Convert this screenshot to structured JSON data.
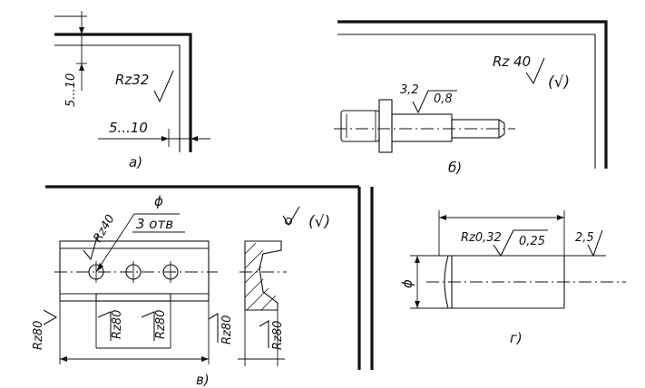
{
  "views": {
    "a": {
      "caption": "а)",
      "roughness": "Rz32",
      "dim_vertical": "5...10",
      "dim_horizontal": "5...10"
    },
    "b": {
      "caption": "б)",
      "corner_roughness": "Rz 40",
      "corner_symbol_paren": "(√)",
      "roughness_value": "3,2",
      "roughness_limit": "0,8"
    },
    "v": {
      "caption": "в)",
      "hole_diameter": "ϕ",
      "hole_count": "3 отв",
      "hole_roughness": "Rz40",
      "side_roughness": "Rz80",
      "inner_roughness_left": "Rz80",
      "inner_roughness_right": "Rz80",
      "profile_roughness_left": "Rz80",
      "profile_roughness_right": "Rz80",
      "corner_symbol_paren": "(√)"
    },
    "g": {
      "caption": "г)",
      "diameter": "ϕ",
      "roughness_value": "Rz0,32",
      "roughness_limit": "0,25",
      "roughness_end": "2,5"
    }
  }
}
